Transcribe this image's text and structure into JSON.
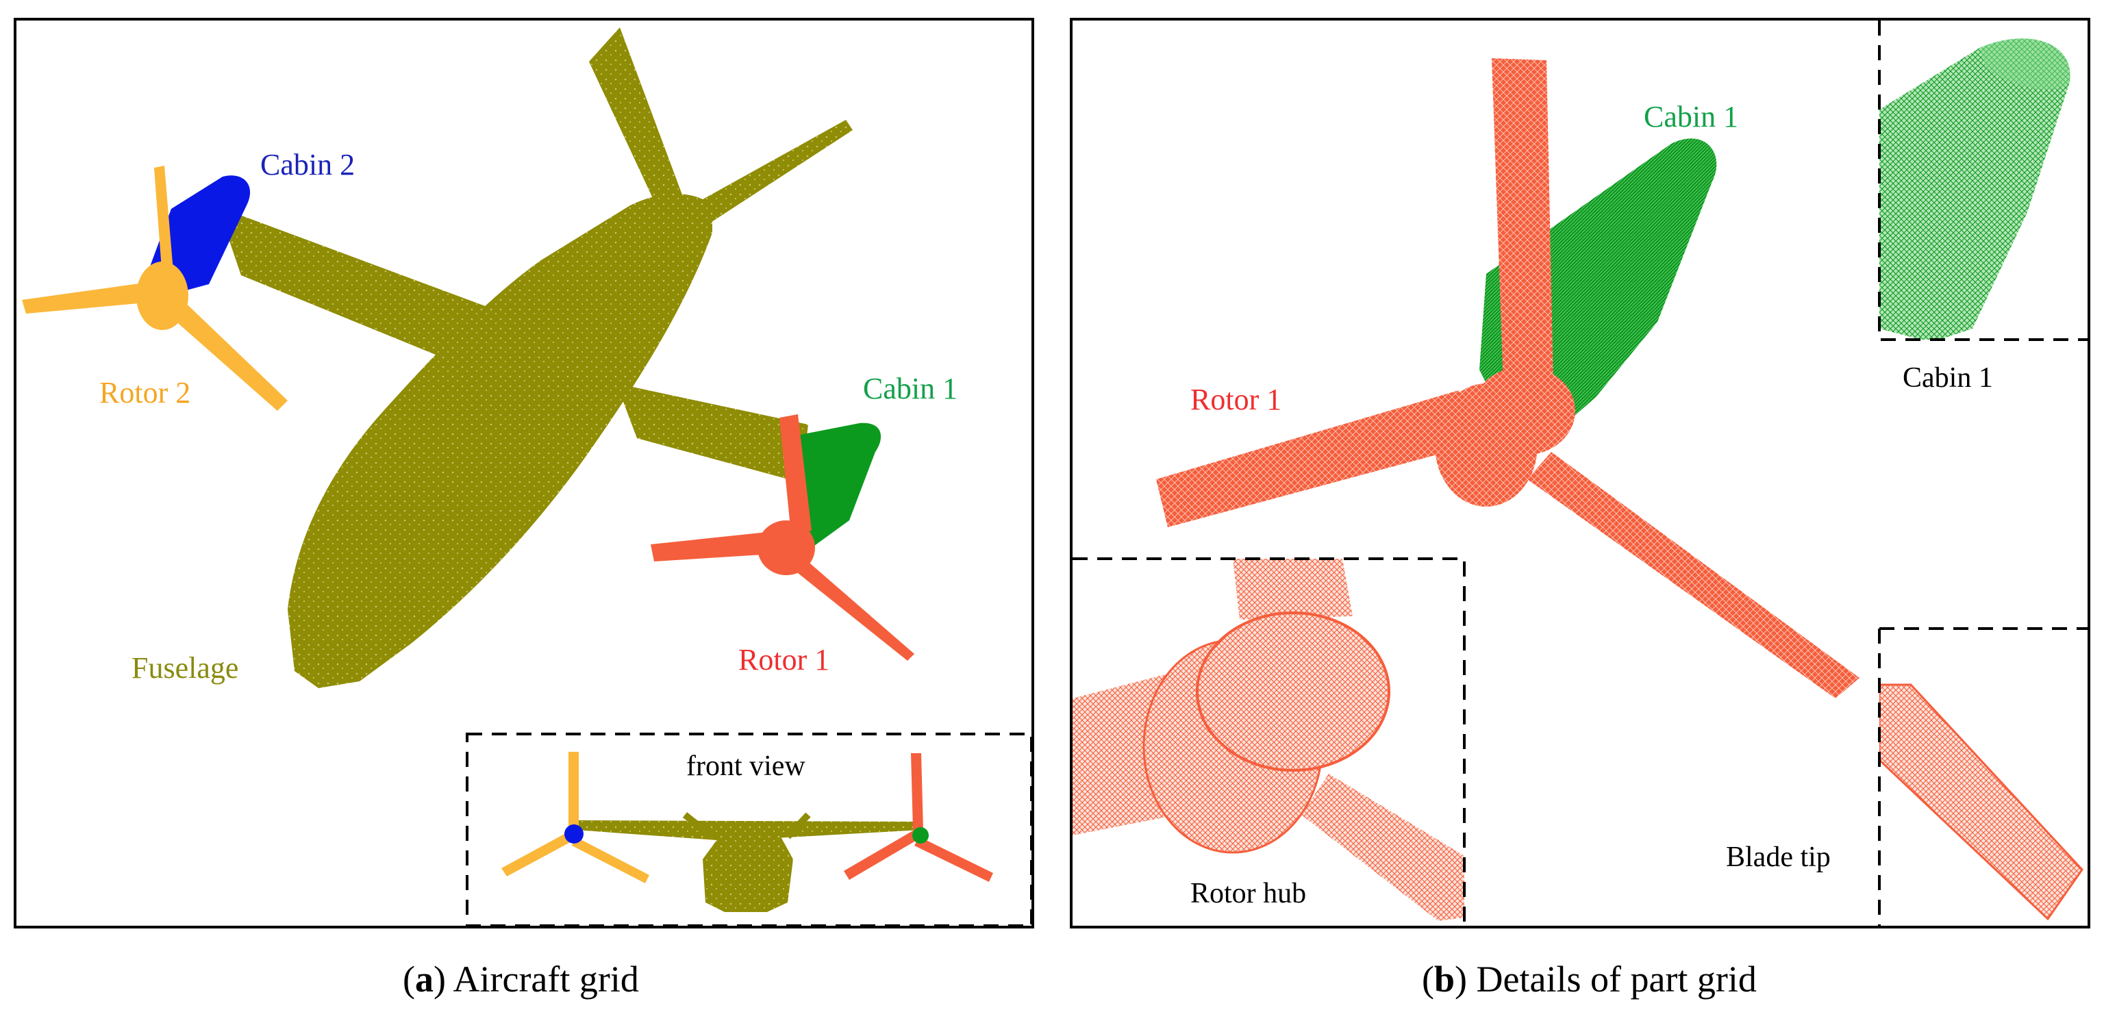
{
  "colors": {
    "fuselage": "#8f8c05",
    "fuselage_mesh": "#c9c56a",
    "rotor1": "#f55e3c",
    "rotor2": "#fbb73a",
    "cabin1": "#0c9a1e",
    "cabin2": "#0a18e6",
    "label_fuselage": "#8a8a10",
    "label_rotor1": "#ee2f2f",
    "label_rotor2": "#f5a623",
    "label_cabin1": "#13a04a",
    "label_cabin2": "#1a23b8"
  },
  "panel_a": {
    "labels": {
      "cabin2": "Cabin 2",
      "rotor2": "Rotor 2",
      "cabin1": "Cabin 1",
      "rotor1": "Rotor 1",
      "fuselage": "Fuselage"
    },
    "inset_title": "front view",
    "caption": {
      "letter": "a",
      "text": "Aircraft grid"
    }
  },
  "panel_b": {
    "labels": {
      "cabin1": "Cabin 1",
      "rotor1": "Rotor 1"
    },
    "insets": {
      "cabin1": "Cabin 1",
      "rotor_hub": "Rotor hub",
      "blade_tip": "Blade tip"
    },
    "caption": {
      "letter": "b",
      "text": "Details of part grid"
    }
  }
}
